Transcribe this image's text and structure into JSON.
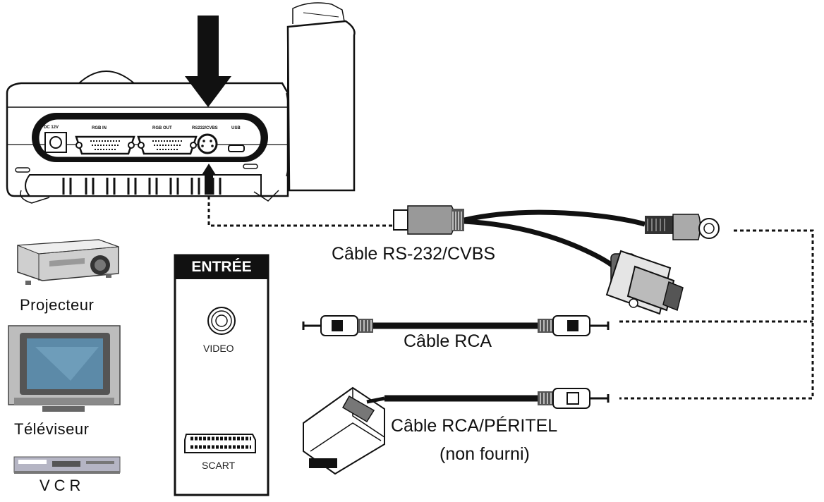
{
  "labels": {
    "rs232_cable": "Câble RS-232/CVBS",
    "rca_cable": "Câble RCA",
    "scart_cable_line1": "Câble RCA/PÉRITEL",
    "scart_cable_line2": "(non fourni)",
    "projector": "Projecteur",
    "television": "Téléviseur",
    "vcr": "VCR"
  },
  "input_panel": {
    "title": "ENTRÉE",
    "video_label": "VIDEO",
    "scart_label": "SCART"
  },
  "device_ports": {
    "dc": "DC 12V",
    "rgb_in": "RGB IN",
    "rgb_out": "RGB OUT",
    "rs232_cvbs": "RS232/CVBS",
    "usb": "USB"
  }
}
